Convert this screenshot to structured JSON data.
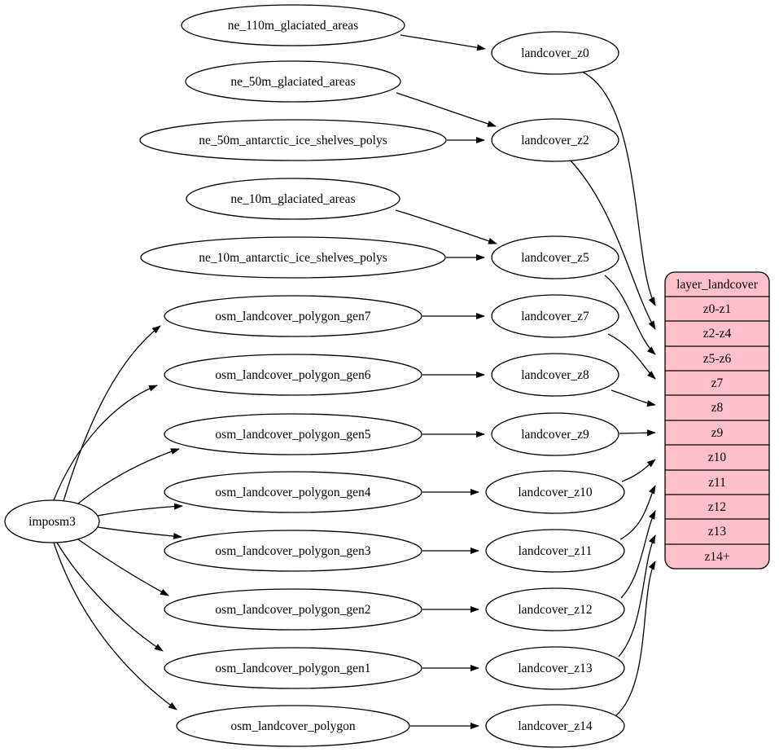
{
  "diagram_type": "graphviz-dependency-digraph",
  "colors": {
    "background": "#ffffff",
    "node_fill": "#ffffff",
    "node_stroke": "#000000",
    "edge_stroke": "#000000",
    "table_fill": "#ffc0cb"
  },
  "root": {
    "label": "imposm3"
  },
  "sources": [
    {
      "label": "ne_110m_glaciated_areas"
    },
    {
      "label": "ne_50m_glaciated_areas"
    },
    {
      "label": "ne_50m_antarctic_ice_shelves_polys"
    },
    {
      "label": "ne_10m_glaciated_areas"
    },
    {
      "label": "ne_10m_antarctic_ice_shelves_polys"
    },
    {
      "label": "osm_landcover_polygon_gen7"
    },
    {
      "label": "osm_landcover_polygon_gen6"
    },
    {
      "label": "osm_landcover_polygon_gen5"
    },
    {
      "label": "osm_landcover_polygon_gen4"
    },
    {
      "label": "osm_landcover_polygon_gen3"
    },
    {
      "label": "osm_landcover_polygon_gen2"
    },
    {
      "label": "osm_landcover_polygon_gen1"
    },
    {
      "label": "osm_landcover_polygon"
    }
  ],
  "stages": [
    {
      "label": "landcover_z0"
    },
    {
      "label": "landcover_z2"
    },
    {
      "label": "landcover_z5"
    },
    {
      "label": "landcover_z7"
    },
    {
      "label": "landcover_z8"
    },
    {
      "label": "landcover_z9"
    },
    {
      "label": "landcover_z10"
    },
    {
      "label": "landcover_z11"
    },
    {
      "label": "landcover_z12"
    },
    {
      "label": "landcover_z13"
    },
    {
      "label": "landcover_z14"
    }
  ],
  "table": {
    "title": "layer_landcover",
    "rows": [
      {
        "label": "z0-z1"
      },
      {
        "label": "z2-z4"
      },
      {
        "label": "z5-z6"
      },
      {
        "label": "z7"
      },
      {
        "label": "z8"
      },
      {
        "label": "z9"
      },
      {
        "label": "z10"
      },
      {
        "label": "z11"
      },
      {
        "label": "z12"
      },
      {
        "label": "z13"
      },
      {
        "label": "z14+"
      }
    ]
  },
  "edges": [
    {
      "from": "imposm3",
      "to": "osm_landcover_polygon_gen7"
    },
    {
      "from": "imposm3",
      "to": "osm_landcover_polygon_gen6"
    },
    {
      "from": "imposm3",
      "to": "osm_landcover_polygon_gen5"
    },
    {
      "from": "imposm3",
      "to": "osm_landcover_polygon_gen4"
    },
    {
      "from": "imposm3",
      "to": "osm_landcover_polygon_gen3"
    },
    {
      "from": "imposm3",
      "to": "osm_landcover_polygon_gen2"
    },
    {
      "from": "imposm3",
      "to": "osm_landcover_polygon_gen1"
    },
    {
      "from": "imposm3",
      "to": "osm_landcover_polygon"
    },
    {
      "from": "ne_110m_glaciated_areas",
      "to": "landcover_z0"
    },
    {
      "from": "ne_50m_glaciated_areas",
      "to": "landcover_z2"
    },
    {
      "from": "ne_50m_antarctic_ice_shelves_polys",
      "to": "landcover_z2"
    },
    {
      "from": "ne_10m_glaciated_areas",
      "to": "landcover_z5"
    },
    {
      "from": "ne_10m_antarctic_ice_shelves_polys",
      "to": "landcover_z5"
    },
    {
      "from": "osm_landcover_polygon_gen7",
      "to": "landcover_z7"
    },
    {
      "from": "osm_landcover_polygon_gen6",
      "to": "landcover_z8"
    },
    {
      "from": "osm_landcover_polygon_gen5",
      "to": "landcover_z9"
    },
    {
      "from": "osm_landcover_polygon_gen4",
      "to": "landcover_z10"
    },
    {
      "from": "osm_landcover_polygon_gen3",
      "to": "landcover_z11"
    },
    {
      "from": "osm_landcover_polygon_gen2",
      "to": "landcover_z12"
    },
    {
      "from": "osm_landcover_polygon_gen1",
      "to": "landcover_z13"
    },
    {
      "from": "osm_landcover_polygon",
      "to": "landcover_z14"
    },
    {
      "from": "landcover_z0",
      "to": "z0-z1"
    },
    {
      "from": "landcover_z2",
      "to": "z2-z4"
    },
    {
      "from": "landcover_z5",
      "to": "z5-z6"
    },
    {
      "from": "landcover_z7",
      "to": "z7"
    },
    {
      "from": "landcover_z8",
      "to": "z8"
    },
    {
      "from": "landcover_z9",
      "to": "z9"
    },
    {
      "from": "landcover_z10",
      "to": "z10"
    },
    {
      "from": "landcover_z11",
      "to": "z11"
    },
    {
      "from": "landcover_z12",
      "to": "z12"
    },
    {
      "from": "landcover_z13",
      "to": "z13"
    },
    {
      "from": "landcover_z14",
      "to": "z14+"
    }
  ]
}
